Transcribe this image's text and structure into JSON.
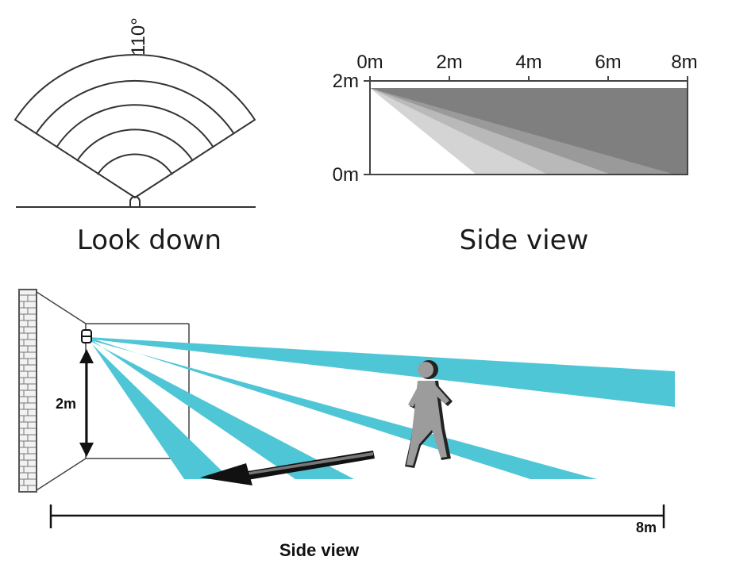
{
  "look_down": {
    "angle_label": "110°",
    "caption": "Look down"
  },
  "side_chart": {
    "x_ticks": [
      "0m",
      "2m",
      "4m",
      "6m",
      "8m"
    ],
    "y_ticks": [
      "2m",
      "0m"
    ],
    "caption": "Side view"
  },
  "scene": {
    "height_label": "2m",
    "distance_label": "8m",
    "caption": "Side view"
  },
  "colors": {
    "beam": "#4fc6d6",
    "shade_dark": "#7f7f7f",
    "shade_mid": "#9a9a9a",
    "shade_light": "#b9b9b9",
    "shade_lightest": "#d4d4d4",
    "ink": "#1a1a1a"
  }
}
